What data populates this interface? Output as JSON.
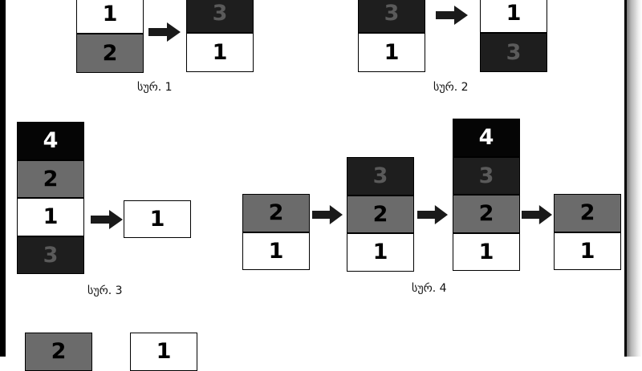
{
  "colors": {
    "1": {
      "fill": "#ffffff",
      "text": "#000000"
    },
    "2": {
      "fill": "#6b6b6b",
      "text": "#000000"
    },
    "3": {
      "fill": "#1e1e1e",
      "text": "#5a5a5a"
    },
    "4": {
      "fill": "#050505",
      "text": "#ffffff"
    },
    "arrow": "#1a1a1a"
  },
  "figures": [
    {
      "caption": "სურ. 1"
    },
    {
      "caption": "სურ. 2"
    },
    {
      "caption": "სურ. 3"
    },
    {
      "caption": "სურ. 4"
    }
  ],
  "stacks": [
    {
      "figure": 1,
      "blocks": [
        "1",
        "2"
      ]
    },
    {
      "figure": 1,
      "blocks": [
        "3",
        "1"
      ]
    },
    {
      "figure": 2,
      "blocks": [
        "3",
        "1"
      ]
    },
    {
      "figure": 2,
      "blocks": [
        "1",
        "3"
      ]
    },
    {
      "figure": 3,
      "blocks": [
        "4",
        "2",
        "1",
        "3"
      ]
    },
    {
      "figure": 3,
      "blocks": [
        "1"
      ]
    },
    {
      "figure": 4,
      "blocks": [
        "2",
        "1"
      ]
    },
    {
      "figure": 4,
      "blocks": [
        "3",
        "2",
        "1"
      ]
    },
    {
      "figure": 4,
      "blocks": [
        "4",
        "3",
        "2",
        "1"
      ]
    },
    {
      "figure": 4,
      "blocks": [
        "2",
        "1"
      ]
    },
    {
      "figure": 5,
      "blocks": [
        "2"
      ]
    },
    {
      "figure": 5,
      "blocks": [
        "1"
      ]
    }
  ]
}
